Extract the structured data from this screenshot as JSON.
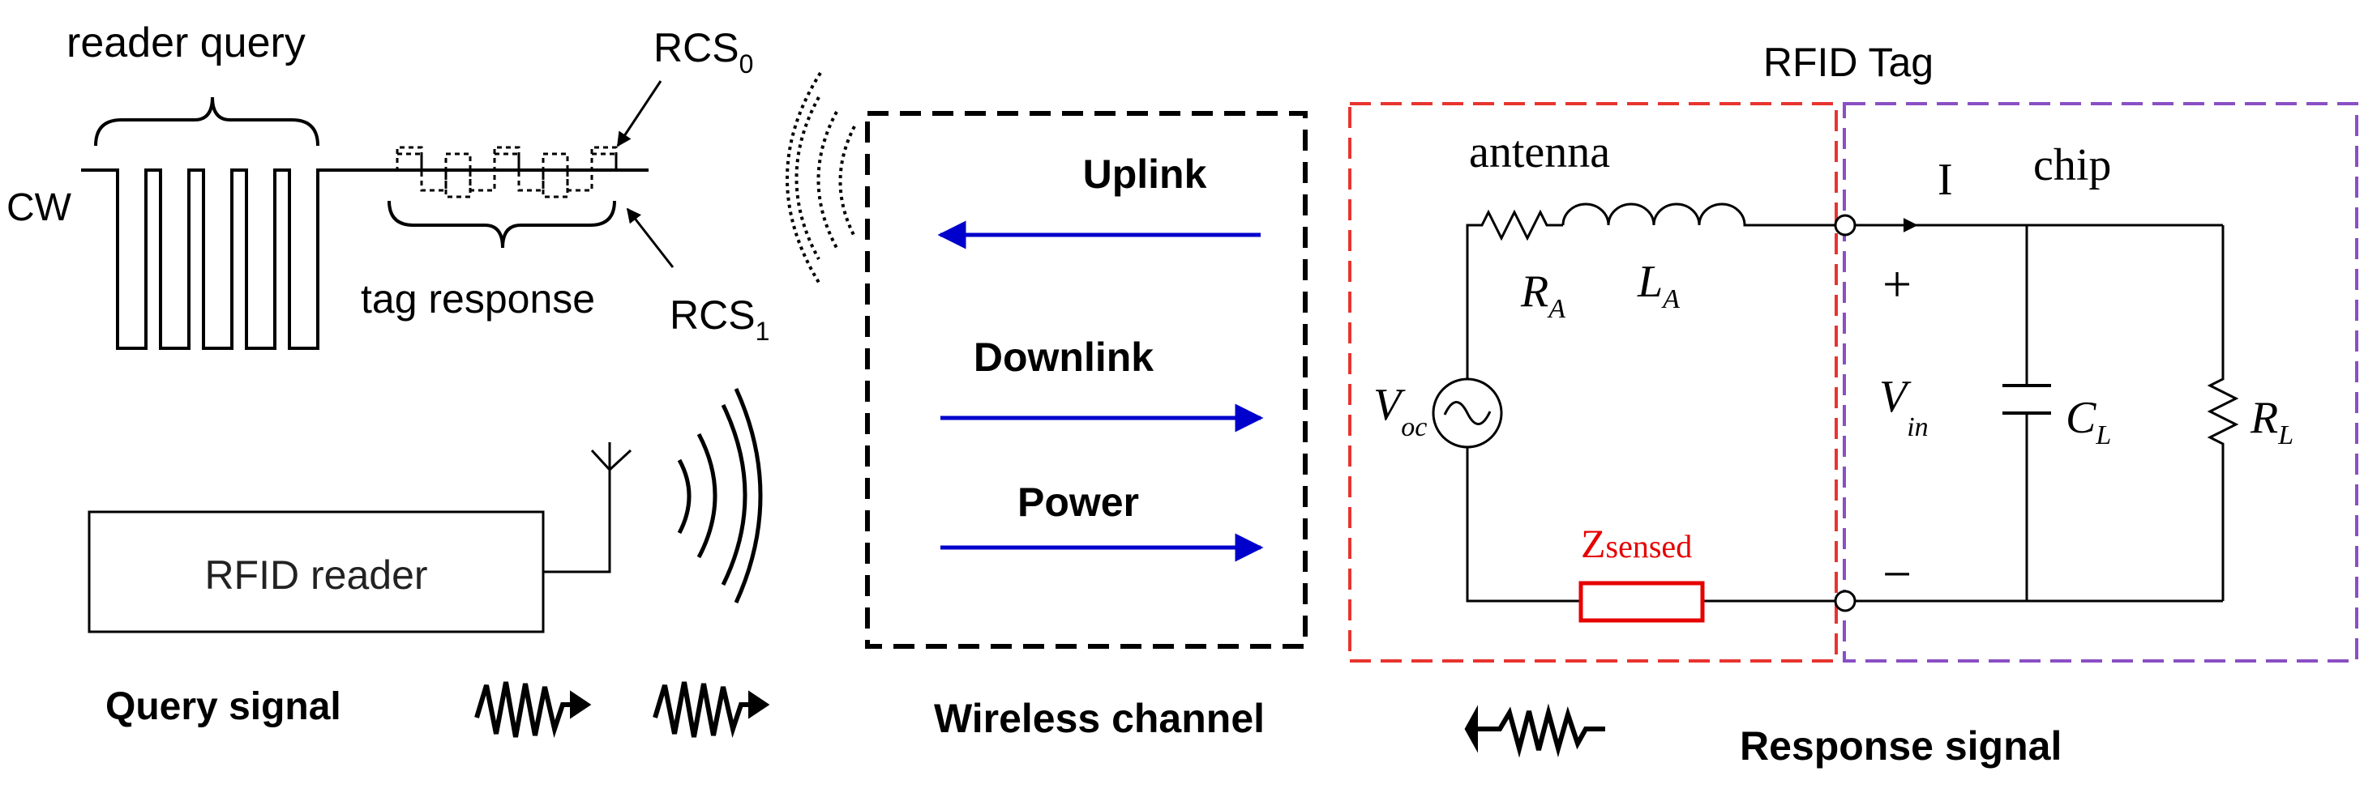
{
  "waveform": {
    "reader_query": "reader query",
    "cw": "CW",
    "rcs0": {
      "main": "RCS",
      "sub": "0"
    },
    "rcs1": {
      "main": "RCS",
      "sub": "1"
    },
    "tag_response": "tag response"
  },
  "reader": {
    "box_label": "RFID reader",
    "query_signal": "Query signal"
  },
  "channel": {
    "uplink": "Uplink",
    "downlink": "Downlink",
    "power": "Power",
    "caption": "Wireless channel"
  },
  "tag": {
    "title": "RFID Tag",
    "antenna": "antenna",
    "chip": "chip",
    "current": "I",
    "plus": "+",
    "minus": "−",
    "ra": {
      "main": "R",
      "sub": "A"
    },
    "la": {
      "main": "L",
      "sub": "A"
    },
    "voc": {
      "main": "V",
      "sub": "oc"
    },
    "vin": {
      "main": "V",
      "sub": "in"
    },
    "cl": {
      "main": "C",
      "sub": "L"
    },
    "rl": {
      "main": "R",
      "sub": "L"
    },
    "zsensed": {
      "main": "Z",
      "sub": "sensed"
    },
    "response_signal": "Response signal"
  },
  "colors": {
    "black": "#000000",
    "arrow_blue": "#0000cc",
    "antenna_red": "#e8342f",
    "chip_purple": "#8a4fc4",
    "zsensed_red": "#e60000"
  }
}
